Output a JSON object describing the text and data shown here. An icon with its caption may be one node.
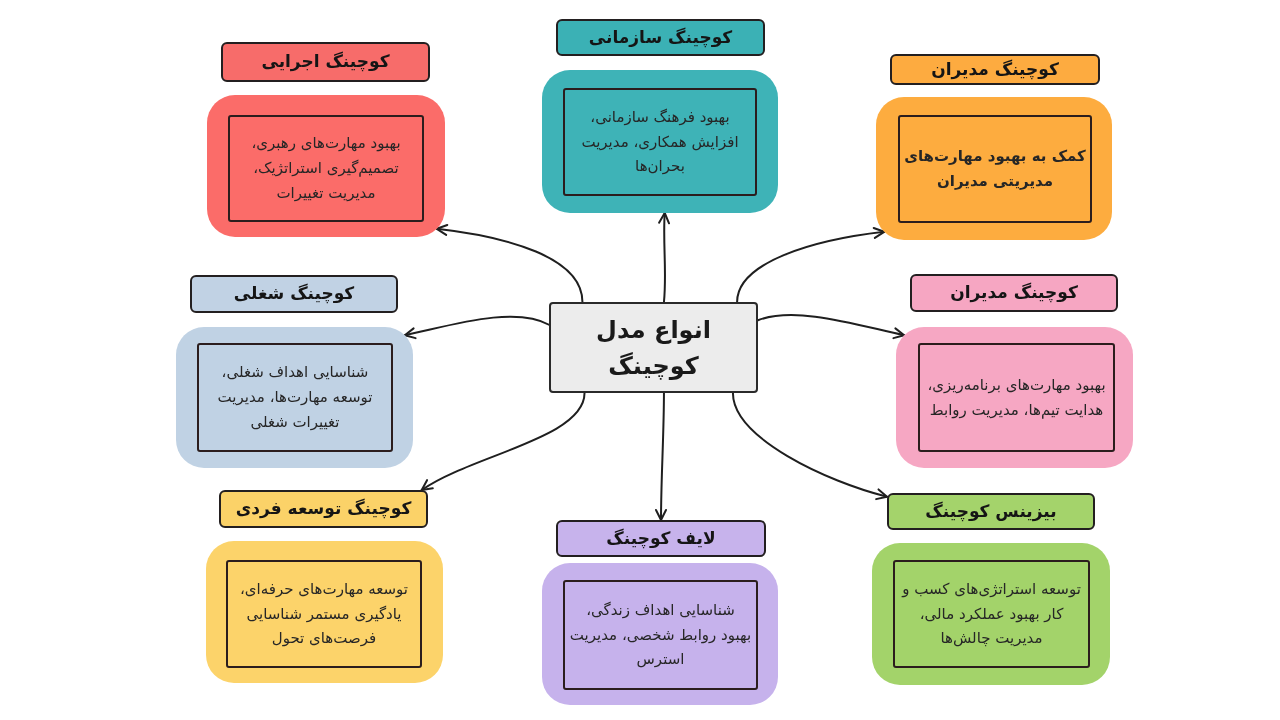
{
  "diagram": {
    "nodes": [
      {
        "text": [
          "کوچینگ اجرایی"
        ]
      },
      {
        "text": [],
        "shape": "box"
      },
      {
        "text": [
          "بهبود مهارت‌های رهبری، تصمیم‌گیری استراتژیک، مدیریت تغییرات"
        ],
        "in": 1
      },
      {
        "text": [
          "کوچینگ سازمانی"
        ]
      },
      {
        "text": [],
        "shape": "box"
      },
      {
        "text": [
          "بهبود فرهنگ سازمانی، افزایش همکاری، مدیریت بحران‌ها"
        ],
        "in": 4
      },
      {
        "text": [
          "کوچینگ مدیران"
        ]
      },
      {
        "text": [],
        "shape": "box"
      },
      {
        "text": [
          "کمک به بهبود مهارت‌های مدیریتی مدیران"
        ],
        "in": 7
      },
      {
        "text": [
          "کوچینگ شغلی"
        ]
      },
      {
        "text": [],
        "shape": "box"
      },
      {
        "text": [
          "شناسایی اهداف شغلی، توسعه مهارت‌ها، مدیریت تغییرات شغلی"
        ],
        "in": 10
      },
      {
        "text": [
          "انواع مدل کوچینگ"
        ]
      },
      {
        "text": [
          "کوچینگ مدیران"
        ]
      },
      {
        "text": [],
        "shape": "box"
      },
      {
        "text": [
          "بهبود مهارت‌های برنامه‌ریزی، هدایت تیم‌ها، مدیریت روابط"
        ],
        "in": 14
      },
      {
        "text": [
          "کوچینگ توسعه فردی"
        ]
      },
      {
        "text": [],
        "shape": "box"
      },
      {
        "text": [
          "توسعه مهارت‌های حرفه‌ای، یادگیری مستمر شناسایی فرصت‌های تحول"
        ],
        "in": 17
      },
      {
        "text": [
          "لایف کوچینگ"
        ]
      },
      {
        "text": [],
        "shape": "box"
      },
      {
        "text": [
          "شناسایی اهداف زندگی، بهبود روابط شخصی، مدیریت استرس"
        ],
        "in": 20
      },
      {
        "text": [
          "بیزینس کوچینگ"
        ]
      },
      {
        "text": [],
        "shape": "box"
      },
      {
        "text": [
          "توسعه استراتژی‌های کسب و کار بهبود عملکرد مالی، مدیریت چالش‌ها"
        ],
        "in": 23
      }
    ],
    "edges": [
      {
        "from": 12,
        "to": 1,
        "arrow": "to"
      },
      {
        "from": 12,
        "to": 4,
        "arrow": "to"
      },
      {
        "from": 12,
        "to": 7,
        "arrow": "to"
      },
      {
        "from": 12,
        "to": 10,
        "arrow": "to"
      },
      {
        "from": 12,
        "to": 14,
        "arrow": "to"
      },
      {
        "from": 12,
        "to": 16,
        "arrow": "to"
      },
      {
        "from": 12,
        "to": 19,
        "arrow": "to"
      },
      {
        "from": 12,
        "to": 22,
        "arrow": "to"
      }
    ]
  }
}
